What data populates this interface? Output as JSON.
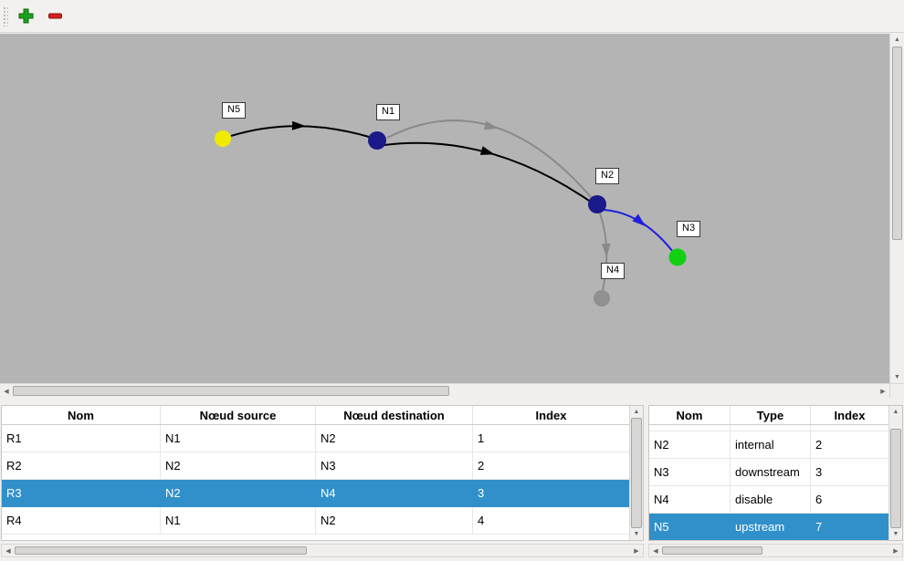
{
  "window": {
    "bg_color": "#f1f0ee",
    "canvas_bg_color": "#b4b4b4",
    "selection_color": "#3190ca"
  },
  "toolbar": {
    "add_button": {
      "icon": "plus-icon",
      "color": "#1fa11f",
      "border_color": "#0f6a0f"
    },
    "remove_button": {
      "icon": "minus-icon",
      "color": "#d01f1f",
      "border_color": "#8f1010"
    }
  },
  "graph": {
    "nodes": [
      {
        "label": "N5",
        "color": "#f0ea00"
      },
      {
        "label": "N1",
        "color": "#191989"
      },
      {
        "label": "N2",
        "color": "#191989"
      },
      {
        "label": "N3",
        "color": "#12d112"
      },
      {
        "label": "N4",
        "color": "#909090"
      }
    ],
    "edge_colors": {
      "default": "#000000",
      "inactive": "#8a8a8a",
      "selected": "#1e1ee0"
    }
  },
  "edges_table": {
    "headers": [
      "Nom",
      "Nœud source",
      "Nœud destination",
      "Index"
    ],
    "rows": [
      [
        "R1",
        "N1",
        "N2",
        "1"
      ],
      [
        "R2",
        "N2",
        "N3",
        "2"
      ],
      [
        "R3",
        "N2",
        "N4",
        "3"
      ],
      [
        "R4",
        "N1",
        "N2",
        "4"
      ]
    ],
    "selected_row": "R3"
  },
  "nodes_table": {
    "headers": [
      "Nom",
      "Type",
      "Index"
    ],
    "rows": [
      [
        "N2",
        "internal",
        "2"
      ],
      [
        "N3",
        "downstream",
        "3"
      ],
      [
        "N4",
        "disable",
        "6"
      ],
      [
        "N5",
        "upstream",
        "7"
      ]
    ],
    "selected_row": "N5"
  },
  "scrollbar_glyphs": {
    "up": "▲",
    "down": "▼",
    "left": "◀",
    "right": "▶"
  }
}
